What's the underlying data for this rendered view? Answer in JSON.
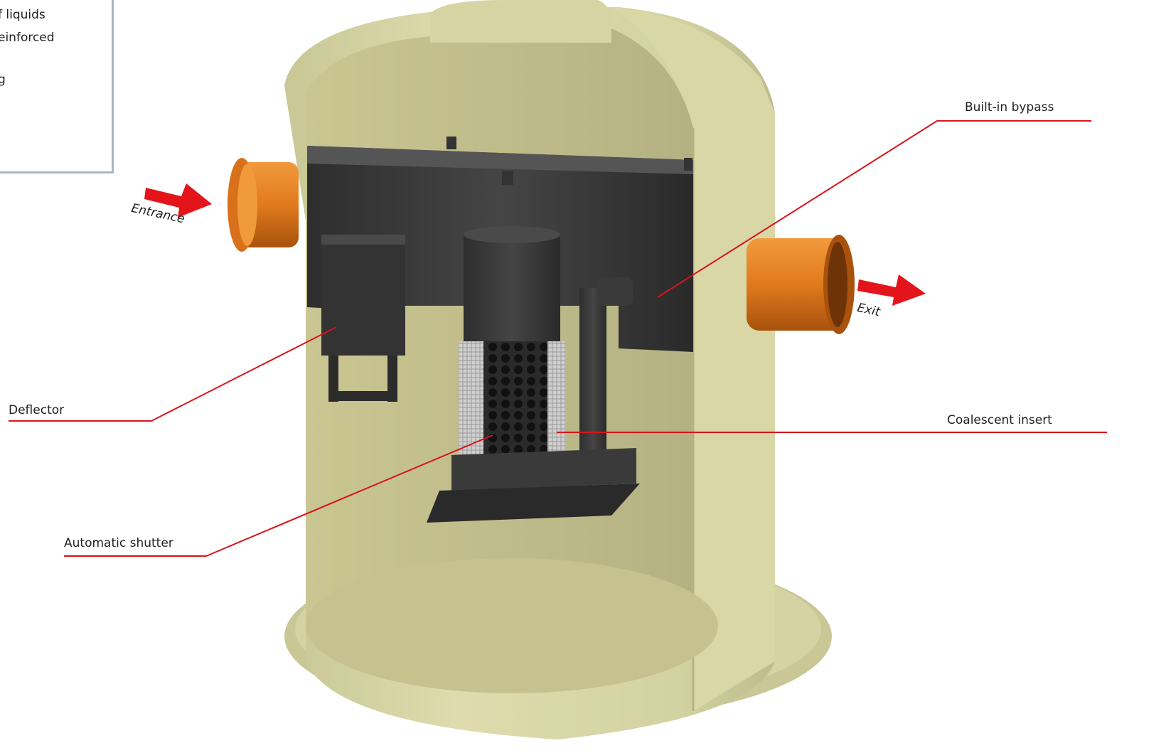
{
  "info_panel": {
    "lines": [
      "f liquids",
      "einforced",
      "g"
    ]
  },
  "callouts": {
    "bypass": "Built-in bypass",
    "deflector": "Deflector",
    "coalescent": "Coalescent insert",
    "shutter": "Automatic shutter"
  },
  "flow": {
    "entrance": "Entrance",
    "exit": "Exit"
  },
  "colors": {
    "callout_line": "#d8141b",
    "arrow": "#e3151b",
    "tank_body": "#d9d8a6",
    "tank_shadow": "#b9b98a",
    "pipe": "#e07a1d",
    "internals": "#3b3b3b",
    "panel_border": "#a8b7c4"
  },
  "icons": {
    "entrance_arrow": "arrow-right-icon",
    "exit_arrow": "arrow-right-icon"
  }
}
